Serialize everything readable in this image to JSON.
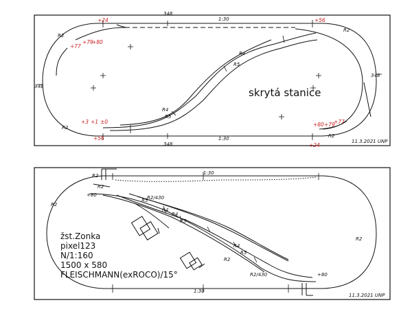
{
  "top_plan": {
    "station_label": "skrytá stanice",
    "gradient_top": "1:30",
    "gradient_bottom": "1:30",
    "radius_labels": [
      "R2",
      "R2",
      "R2",
      "R2",
      "R4",
      "R4",
      "R5",
      "R5"
    ],
    "clearance_left": "348",
    "clearance_right": "348",
    "clearance_top": "348",
    "clearance_bottom": "348",
    "heights_top_left": [
      "+24",
      "+77",
      "+79",
      "+80"
    ],
    "heights_top_right": [
      "+56"
    ],
    "heights_bottom_left": [
      "+3",
      "+1",
      "±0",
      "+56"
    ],
    "heights_bottom_right": [
      "+80",
      "+79",
      "+77",
      "+24"
    ],
    "signature": "11.3.2021 UNP"
  },
  "bottom_plan": {
    "gradient_top": "1:30",
    "gradient_bottom": "1:30",
    "info_lines": [
      "žst.Zonka",
      "pixel123",
      "N/1:160",
      "1500 x 580",
      "FLEISCHMANN(exROCO)/15°"
    ],
    "radius_labels": [
      "R2",
      "R2",
      "R2",
      "R2/430",
      "R5",
      "R4",
      "R4",
      "R5",
      "R4",
      "R5",
      "R2",
      "R2/430",
      "R2"
    ],
    "height_left": "+80",
    "height_right": "+80",
    "signature": "11.3.2021 UNP"
  },
  "colors": {
    "line": "#111111",
    "height_marks": "#c81e1e"
  }
}
